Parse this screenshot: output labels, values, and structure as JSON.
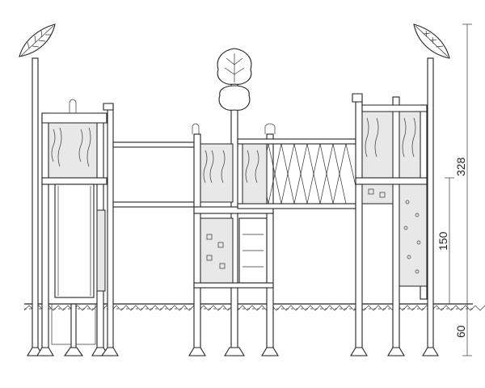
{
  "dimensions": {
    "total_height": "328",
    "platform_height": "150",
    "foundation_depth": "60"
  },
  "colors": {
    "line": "#222222",
    "background": "#ffffff",
    "panel_fill": "#e8e8e8"
  }
}
